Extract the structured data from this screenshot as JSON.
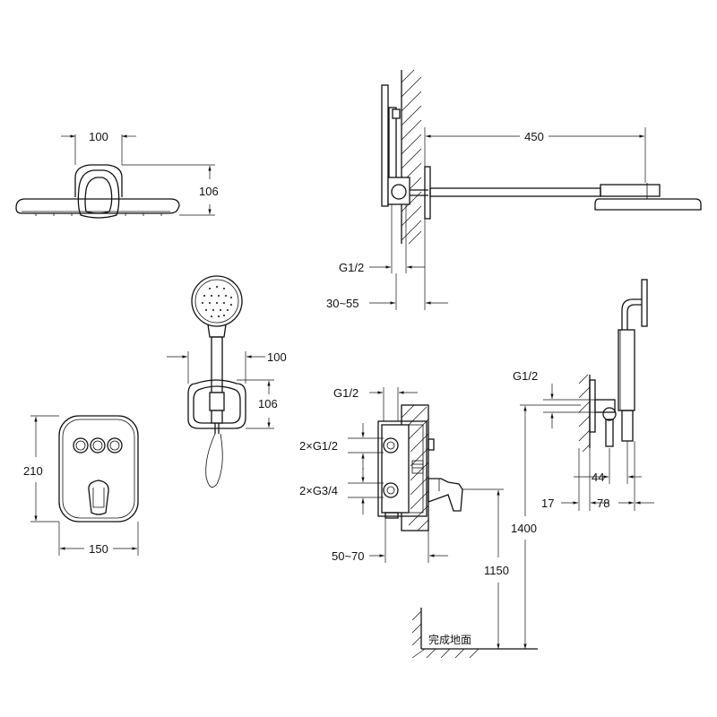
{
  "showerhead_side": {
    "width": "100",
    "height": "106"
  },
  "wall_view": {
    "arm_length": "450",
    "inlet": "G1/2",
    "depth": "30~55"
  },
  "hand_shower": {
    "width": "100",
    "height": "106"
  },
  "control_panel": {
    "height": "210",
    "width": "150"
  },
  "valve_box": {
    "top_inlet": "G1/2",
    "inlets": "2×G1/2",
    "outlets": "2×G3/4",
    "depth": "50~70"
  },
  "install_heights": {
    "valve": "1150",
    "holder": "1400"
  },
  "floor": {
    "label": "完成地面"
  },
  "bracket": {
    "inlet": "G1/2",
    "spacing": "44",
    "offset": "17",
    "depth": "78"
  }
}
